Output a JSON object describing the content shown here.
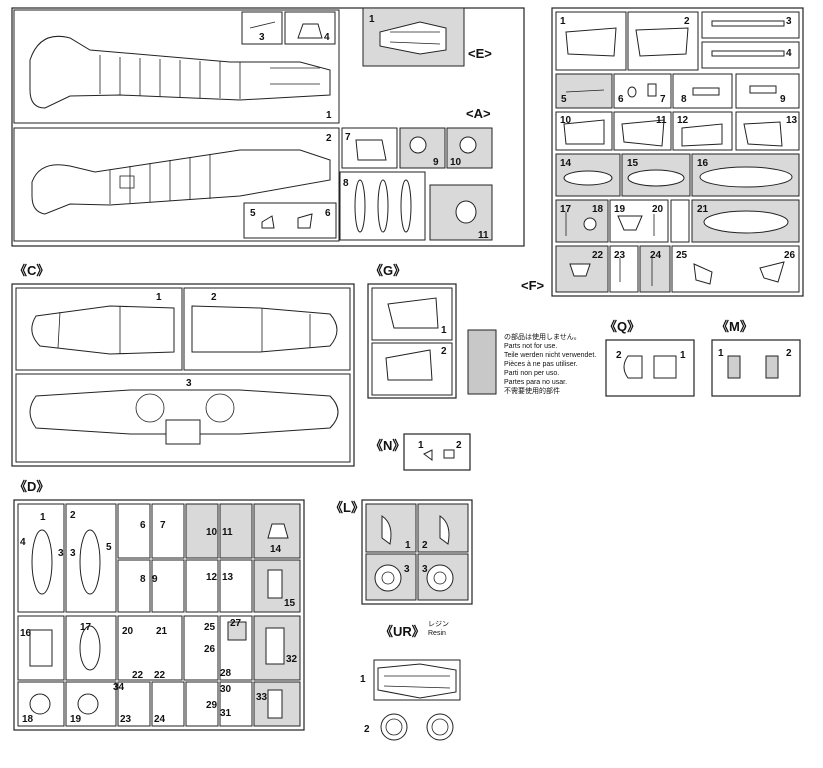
{
  "sprues": {
    "A": {
      "label": "<A>",
      "numbers": [
        "1",
        "2",
        "3",
        "4",
        "5",
        "6",
        "7",
        "8",
        "9",
        "10",
        "11"
      ]
    },
    "E": {
      "label": "<E>",
      "numbers": [
        "1"
      ]
    },
    "F": {
      "label": "<F>",
      "numbers": [
        "1",
        "2",
        "3",
        "4",
        "5",
        "6",
        "7",
        "8",
        "9",
        "10",
        "11",
        "12",
        "13",
        "14",
        "15",
        "16",
        "17",
        "18",
        "19",
        "20",
        "21",
        "22",
        "23",
        "24",
        "25",
        "26"
      ]
    },
    "C": {
      "label": "《C》",
      "numbers": [
        "1",
        "2",
        "3"
      ]
    },
    "G": {
      "label": "《G》",
      "numbers": [
        "1",
        "2"
      ]
    },
    "Q": {
      "label": "《Q》",
      "numbers": [
        "2",
        "1"
      ]
    },
    "M": {
      "label": "《M》",
      "numbers": [
        "1",
        "2"
      ]
    },
    "N": {
      "label": "《N》",
      "numbers": [
        "1",
        "2"
      ]
    },
    "D": {
      "label": "《D》",
      "numbers": [
        "1",
        "2",
        "3",
        "3",
        "4",
        "5",
        "6",
        "7",
        "8",
        "9",
        "10",
        "11",
        "12",
        "13",
        "14",
        "15",
        "16",
        "17",
        "18",
        "19",
        "20",
        "21",
        "22",
        "22",
        "23",
        "24",
        "25",
        "26",
        "27",
        "28",
        "29",
        "30",
        "31",
        "32",
        "33",
        "34"
      ]
    },
    "L": {
      "label": "《L》",
      "numbers": [
        "1",
        "2",
        "3",
        "3"
      ]
    },
    "UR": {
      "label": "《UR》",
      "sub_ja": "レジン",
      "sub_en": "Resin",
      "numbers": [
        "1",
        "2"
      ]
    }
  },
  "not_for_use": {
    "swatch_color": "#c8c8c8",
    "lines": [
      "の部品は使用しません。",
      "Parts not for use.",
      "Teile werden nicht verwendet.",
      "Pièces à ne pas utiliser.",
      "Parti non per uso.",
      "Partes para no usar.",
      "不需要使用的部件"
    ]
  },
  "colors": {
    "unused_gray": "#d9d9d9",
    "line": "#222222"
  }
}
